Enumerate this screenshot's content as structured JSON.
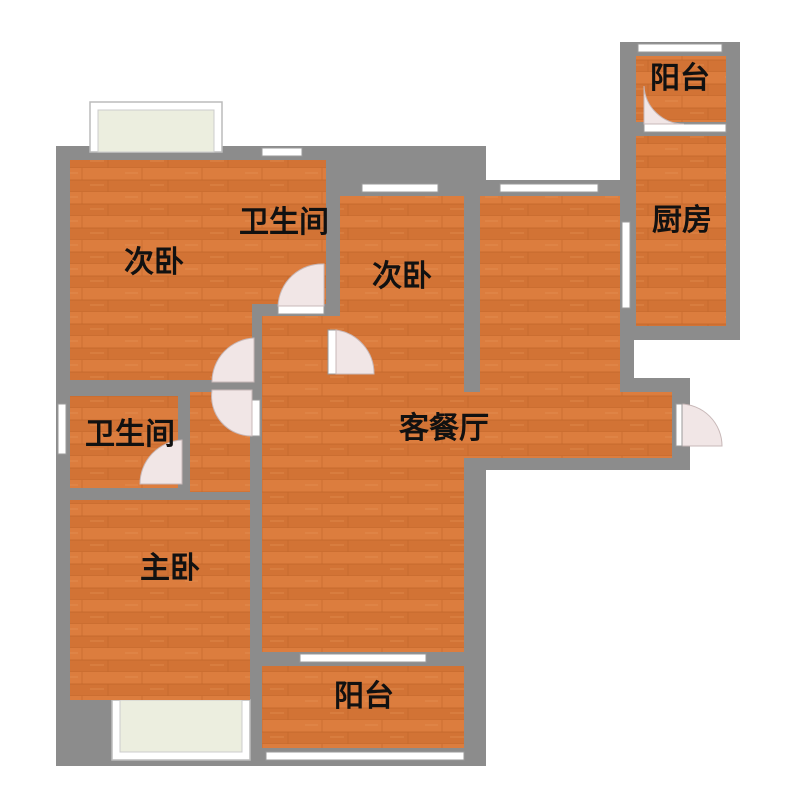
{
  "colors": {
    "wall": "#8c8c8c",
    "floor": "#d9793a",
    "floor_dark": "#c86a2e",
    "floor_light": "#e28a4c",
    "bay": "#eceedf",
    "window": "#ffffff",
    "door_arc": "#f1e6e6"
  },
  "rooms": [
    {
      "id": "bedroom-2-west",
      "label": "次卧"
    },
    {
      "id": "bathroom-north",
      "label": "卫生间"
    },
    {
      "id": "bedroom-2-middle",
      "label": "次卧"
    },
    {
      "id": "living-dining",
      "label": "客餐厅"
    },
    {
      "id": "kitchen",
      "label": "厨房"
    },
    {
      "id": "balcony-north",
      "label": "阳台"
    },
    {
      "id": "bathroom-west",
      "label": "卫生间"
    },
    {
      "id": "master-bedroom",
      "label": "主卧"
    },
    {
      "id": "balcony-south",
      "label": "阳台"
    }
  ]
}
